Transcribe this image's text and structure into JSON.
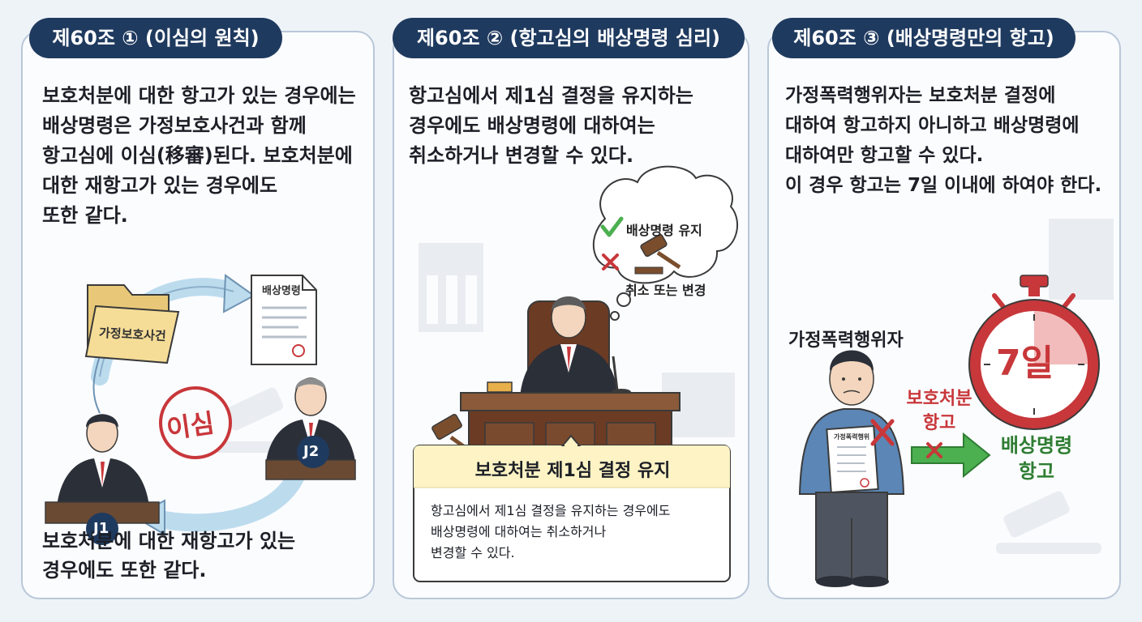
{
  "panels": [
    {
      "title": "제60조 ① (이심의 원칙)",
      "body_lines": [
        "보호처분에 대한 항고가 있는 경우에는",
        "배상명령은 가정보호사건과 함께",
        "항고심에 이심(移審)된다. 보호처분에",
        "대한 재항고가 있는 경우에도",
        "또한 같다."
      ],
      "folder_label": "가정보호사건",
      "document_label": "배상명령",
      "stamp_label": "이심",
      "judge1_label": "J1",
      "judge2_label": "J2",
      "footer_lines": [
        "보호처분에 대한 재항고가 있는",
        "경우에도 또한 같다."
      ]
    },
    {
      "title": "제60조 ② (항고심의 배상명령 심리)",
      "body_lines": [
        "항고심에서 제1심 결정을 유지하는",
        "경우에도 배상명령에 대하여는",
        "취소하거나 변경할 수 있다."
      ],
      "bubble_keep": "배상명령 유지",
      "bubble_change": "취소 또는 변경",
      "banner_title": "보호처분 제1심 결정 유지",
      "banner_lines": [
        "항고심에서 제1심 결정을 유지하는 경우에도",
        "배상명령에 대하여는 취소하거나",
        "변경할 수 있다."
      ]
    },
    {
      "title": "제60조 ③ (배상명령만의 항고)",
      "body_lines": [
        "가정폭력행위자는 보호처분 결정에",
        "대하여 항고하지 아니하고 배상명령에",
        "대하여만 항고할 수 있다.",
        "이 경우 항고는 7일 이내에 하여야 한다."
      ],
      "person_label": "가정폭력행위자",
      "rejected_label": "보호처분\n항고",
      "rejected_line1": "보호처분",
      "rejected_line2": "항고",
      "allowed_line1": "배상명령",
      "allowed_line2": "항고",
      "timer_label": "7일",
      "paper_label": "가정폭력행위"
    }
  ],
  "colors": {
    "tab_bg": "#1f3a5f",
    "stamp_red": "#c8373a",
    "arrow_green": "#4caf50",
    "banner_yellow": "#fdf3c4",
    "arrow_blue": "#bcdcee"
  }
}
